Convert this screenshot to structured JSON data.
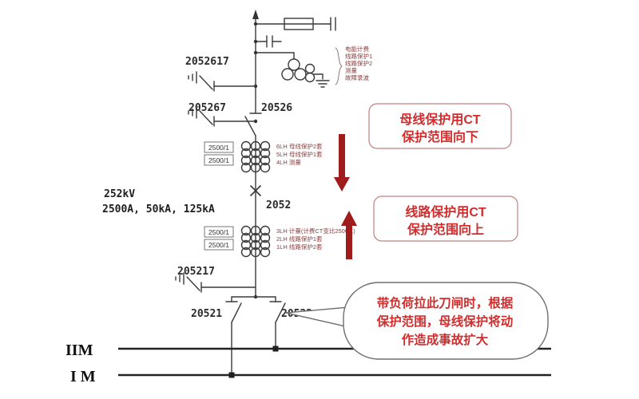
{
  "colors": {
    "red_text": "#d22c2c",
    "arrow_red": "#a01b1b",
    "line": "#3a3a3a"
  },
  "devices": {
    "earth_switch_top": "2052617",
    "earth_switch_mid": "205267",
    "bus_disconnector": "20526",
    "breaker": "2052",
    "earth_switch_bottom": "205217",
    "bus1_disconnector": "20521",
    "bus2_disconnector": "20522"
  },
  "ratings": {
    "voltage": "252kV",
    "current": "2500A, 50kA, 125kA"
  },
  "ct_upper": {
    "ratio": "2500/1",
    "windings": [
      "6LH 母线保护2套",
      "5LH 母线保护1套",
      "4LH 测量"
    ]
  },
  "ct_lower": {
    "ratio": "2500/1",
    "windings": [
      "3LH 计量(计费CT变比2500/1)",
      "2LH 线路保护1套",
      "1LH 线路保护2套"
    ]
  },
  "pt_outputs": [
    "电能计费",
    "线路保护1",
    "线路保护2",
    "测量",
    "故障录波"
  ],
  "callouts": {
    "bus_ct": {
      "line1": "母线保护用CT",
      "line2": "保护范围向下"
    },
    "line_ct": {
      "line1": "线路保护用CT",
      "line2": "保护范围向上"
    },
    "bubble": {
      "line1": "带负荷拉此刀闸时，根据",
      "line2": "保护范围，母线保护将动",
      "line3": "作造成事故扩大"
    }
  },
  "buses": {
    "bus2": "IIM",
    "bus1": "I M"
  }
}
